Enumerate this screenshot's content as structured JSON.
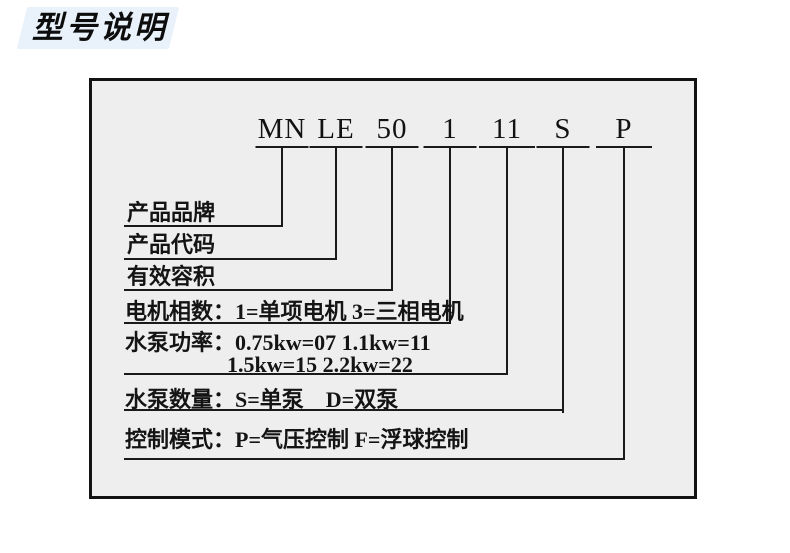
{
  "header": {
    "title": "型号说明"
  },
  "diagram": {
    "model_code": {
      "segments": [
        {
          "code": "MN"
        },
        {
          "code": "LE"
        },
        {
          "code": "50"
        },
        {
          "code": "1"
        },
        {
          "code": "11"
        },
        {
          "code": "S"
        },
        {
          "code": "P"
        }
      ],
      "full_code": "MN LE 50 1 11 S P"
    },
    "labels": {
      "brand": "产品品牌",
      "product_code": "产品代码",
      "volume": "有效容积",
      "motor_phase": "电机相数：1=单项电机 3=三相电机",
      "pump_power_line1": "水泵功率：0.75kw=07 1.1kw=11",
      "pump_power_line2": "1.5kw=15  2.2kw=22",
      "pump_quantity": "水泵数量：S=单泵　D=双泵",
      "control_mode": "控制模式：P=气压控制 F=浮球控制"
    },
    "colors": {
      "frame_fill": "#eeeeee",
      "frame_border": "#121212",
      "line": "#1a1a1a",
      "title_highlight": "#e9f2fb"
    }
  }
}
